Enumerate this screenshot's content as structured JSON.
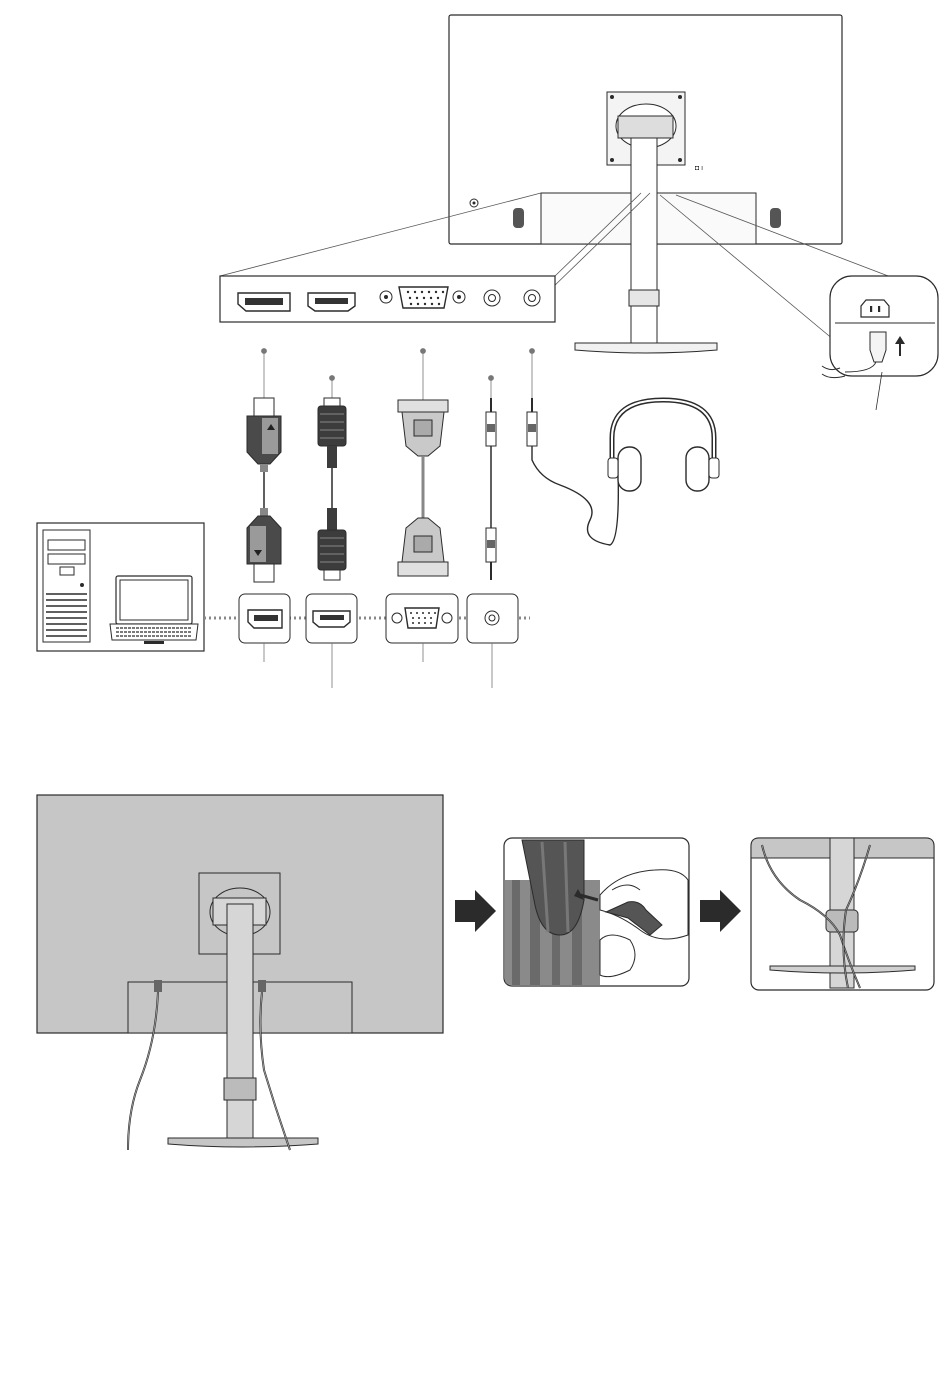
{
  "monitor_back": {
    "badge_text": "◘ ı",
    "ports": [
      "displayport-port",
      "hdmi-port",
      "vga-port",
      "audio-in-port",
      "headphone-port"
    ]
  },
  "cables": [
    "displayport-cable",
    "hdmi-cable",
    "vga-cable",
    "audio-cable",
    "headphones"
  ],
  "computer_ports": [
    "displayport-port",
    "hdmi-port",
    "vga-port",
    "audio-out-port"
  ],
  "cable_management": {
    "steps": [
      "monitor-rear-with-cables",
      "attach-cable-clip",
      "cables-clipped-to-stand"
    ],
    "arrow_icon": "right-arrow-icon"
  },
  "colors": {
    "line": "#2b2b2b",
    "fill_light": "#f4f4f4",
    "fill_mid": "#bdbdbd",
    "fill_dark": "#3c3c3c",
    "panel_grey": "#c6c6c6"
  }
}
